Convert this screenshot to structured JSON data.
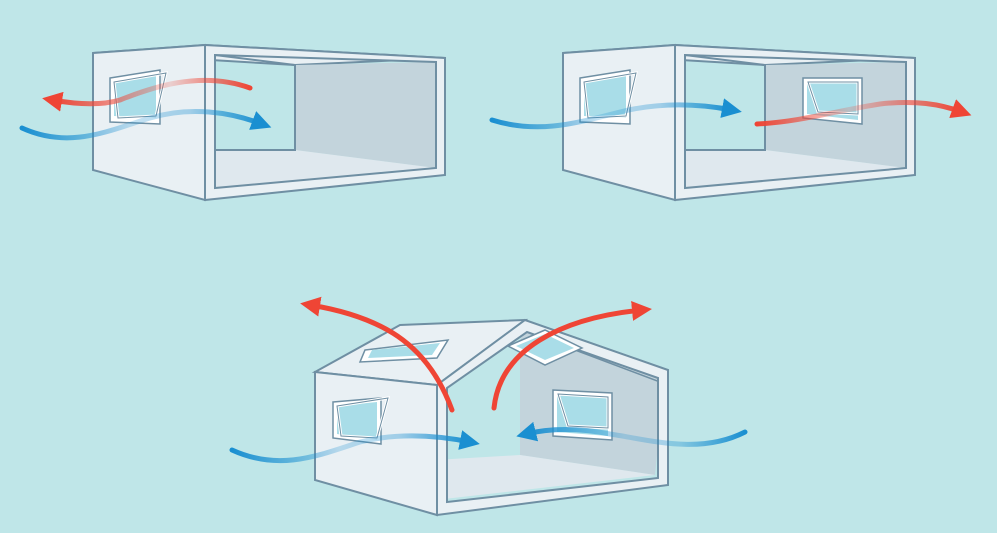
{
  "colors": {
    "background": "#bfe6e8",
    "wall_front": "#e9f0f4",
    "wall_edge": "#6f8fa3",
    "wall_back": "#c3d4dc",
    "floor": "#dfe8ee",
    "glass": "#a9dde8",
    "frame": "#ffffff",
    "cool_air": "#1a8fd1",
    "warm_air": "#ef4535"
  },
  "scenes": [
    {
      "name": "single-sided-ventilation",
      "airflows": [
        "cool-air-in",
        "warm-air-out"
      ]
    },
    {
      "name": "cross-ventilation",
      "airflows": [
        "cool-air-in",
        "warm-air-out"
      ]
    },
    {
      "name": "stack-ventilation",
      "airflows": [
        "cool-air-in-left",
        "cool-air-in-right",
        "warm-air-out-left",
        "warm-air-out-right"
      ]
    }
  ]
}
